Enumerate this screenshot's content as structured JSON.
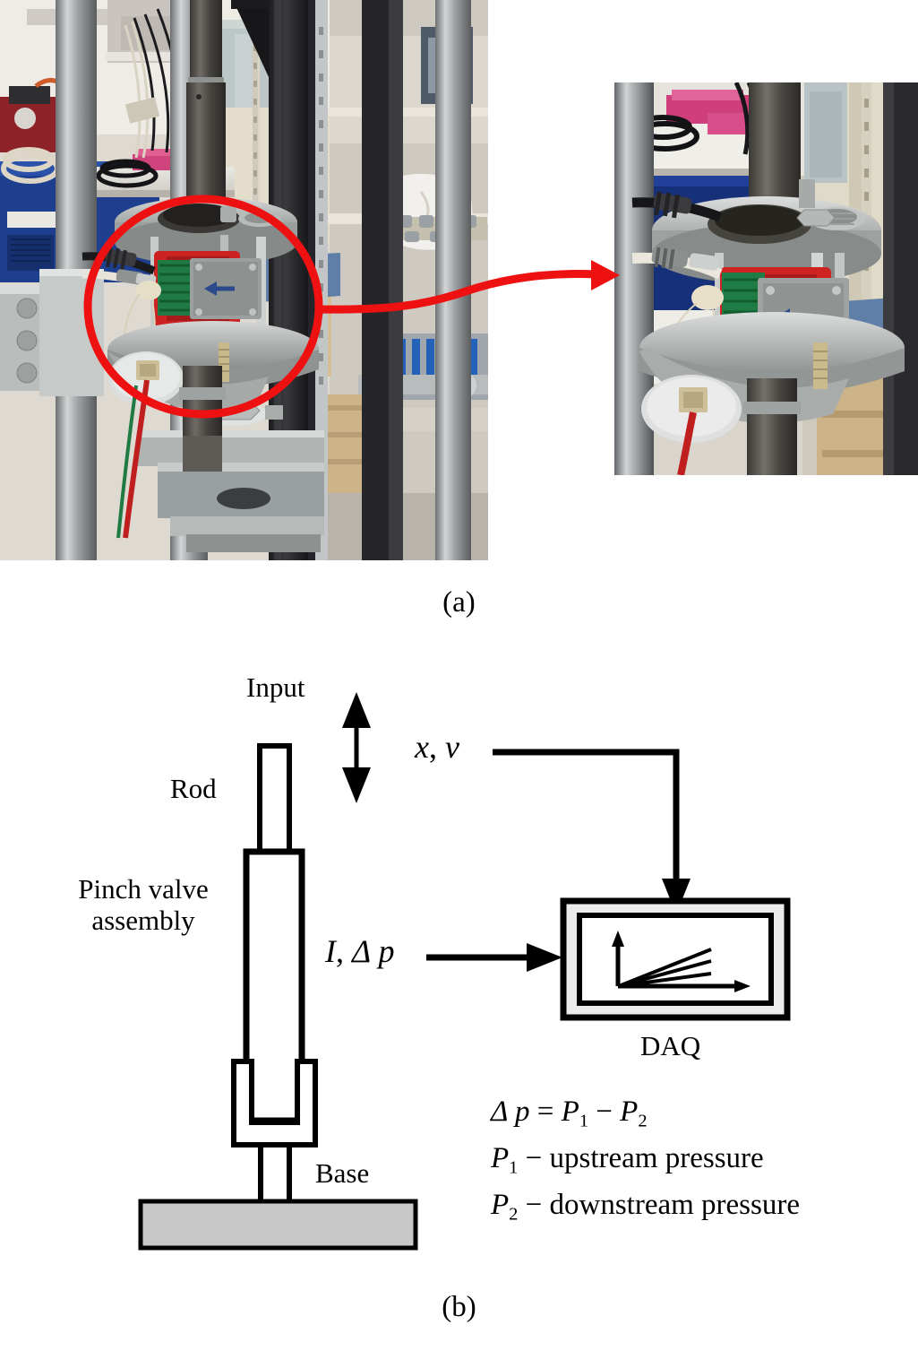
{
  "figure": {
    "panel_a_caption": "(a)",
    "panel_b_caption": "(b)"
  },
  "photo_main": {
    "name": "universal testing machine with pinch valve assembly",
    "annotation_ellipse_color": "#ee1111",
    "leader_arrow_color": "#ee1111"
  },
  "photo_inset": {
    "name": "close-up of pinch valve assembly",
    "flow_arrow_color": "#2a4a8c"
  },
  "diagram": {
    "labels": {
      "input": "Input",
      "rod": "Rod",
      "assembly_line1": "Pinch valve",
      "assembly_line2": "assembly",
      "base": "Base",
      "daq": "DAQ",
      "signal_xv_1": "x",
      "signal_xv_sep": ",",
      "signal_xv_2": "v",
      "signal_idp_1": "I",
      "signal_idp_sep": ",",
      "signal_idp_2": "Δ p"
    },
    "equations": {
      "line1_lhs": "Δ p",
      "line1_eq": "=",
      "line1_p1": "P",
      "line1_p1_sub": "1",
      "line1_minus": "−",
      "line1_p2": "P",
      "line1_p2_sub": "2",
      "line2_sym": "P",
      "line2_sub": "1",
      "line2_text": "− upstream pressure",
      "line3_sym": "P",
      "line3_sub": "2",
      "line3_text": "− downstream pressure"
    },
    "colors": {
      "stroke": "#000000",
      "base_fill": "#c8c8c8",
      "daq_frame_fill": "#ececec",
      "daq_inner_fill": "#ffffff"
    }
  }
}
